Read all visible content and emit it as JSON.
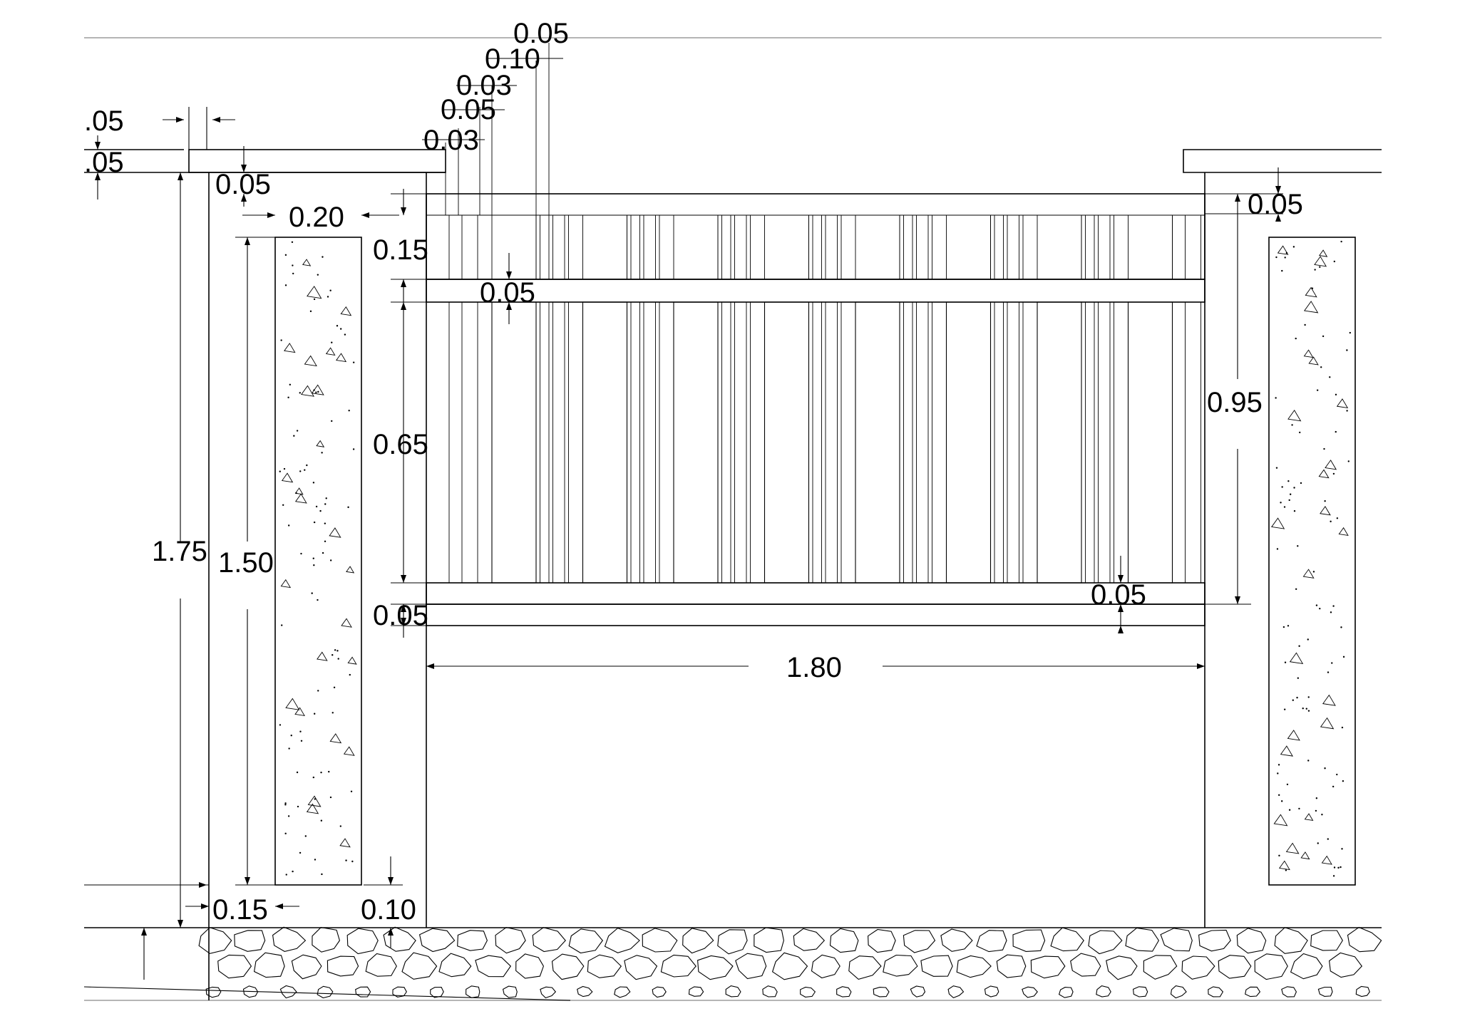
{
  "drawing": {
    "type": "fence elevation section",
    "dimensions": {
      "top_cap_offset": ".05",
      "top_cap_thickness": ".05",
      "pier_total_height": "1.75",
      "pier_core_height": "1.50",
      "pier_core_width": "0.20",
      "pier_side_offset": "0.15",
      "pier_base_offset": "0.10",
      "cap_gap": "0.05",
      "top_rail_height": "0.15",
      "rail_gap_top": "0.05",
      "infill_height": "0.65",
      "rail_gap_bottom": "0.05",
      "bottom_rail_height": "0.05",
      "panel_width": "1.80",
      "panel_height": "0.95",
      "right_cap_gap": "0.05",
      "slat_a": "0.03",
      "slat_b": "0.05",
      "slat_c": "0.03",
      "slat_d": "0.10",
      "slat_e": "0.05"
    },
    "hatched_panels": 8,
    "colors": {
      "line": "#000000",
      "frame": "#b5b5b5",
      "background": "#ffffff"
    }
  }
}
